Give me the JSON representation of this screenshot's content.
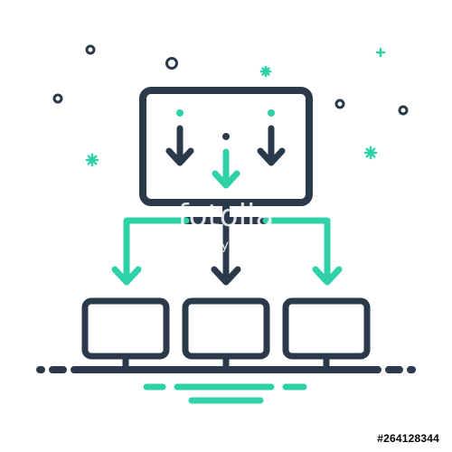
{
  "illustration": {
    "subject": "distribution",
    "colors": {
      "outline": "#2b3a4a",
      "accent": "#2fd1a9"
    },
    "icons": [
      "server-monitor-icon",
      "client-monitor-icon",
      "down-arrow-icon",
      "sparkle-icon",
      "ring-icon"
    ]
  },
  "watermark": {
    "brand": "fotolia",
    "byline": "by Adobe"
  },
  "stock_id": "#264128344"
}
